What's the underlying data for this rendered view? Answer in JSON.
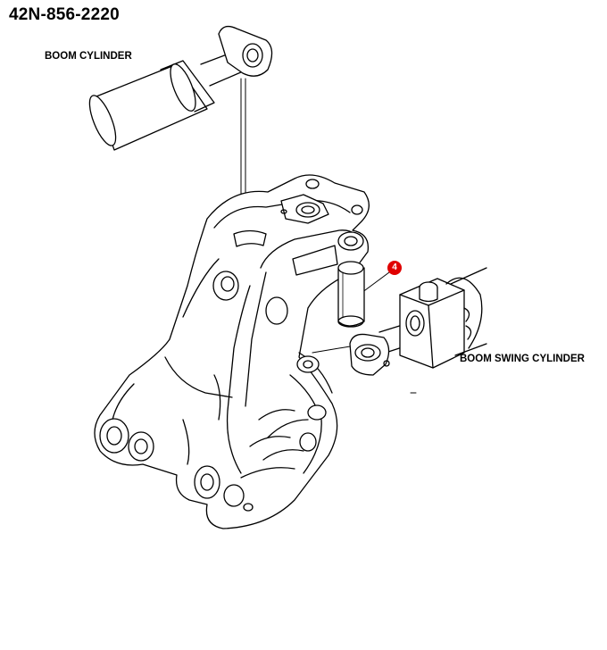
{
  "part_number": "42N-856-2220",
  "labels": {
    "boom_cylinder": "BOOM CYLINDER",
    "boom_swing_cylinder": "BOOM SWING CYLINDER"
  },
  "callout": {
    "number": "4",
    "color": "#e00000"
  },
  "colors": {
    "line": "#000000",
    "background": "#ffffff",
    "callout": "#e00000"
  }
}
